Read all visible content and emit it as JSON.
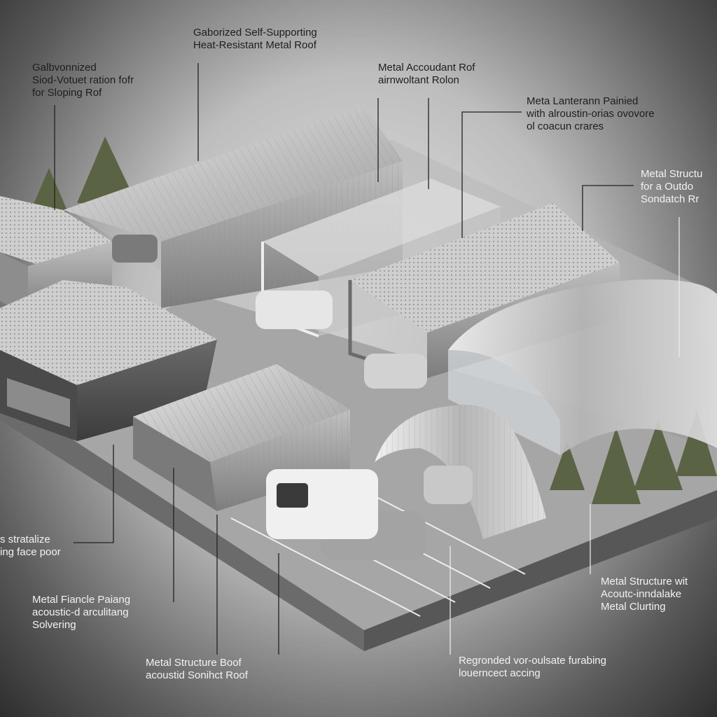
{
  "callouts": [
    {
      "id": "galvanized-self-supporting",
      "lines": [
        "Gaborized Self-Supporting",
        "Heat-Resistant Metal Roof"
      ]
    },
    {
      "id": "galvanized-sloping",
      "lines": [
        "Galbvonnized",
        "Siod-Votuet ration fofr",
        "for  Sloping Rof"
      ]
    },
    {
      "id": "metal-acoustic",
      "lines": [
        "Metal Accoudant Rof",
        "airnwoltant Rolon"
      ]
    },
    {
      "id": "metal-lantern",
      "lines": [
        "Meta Lanterann Painied",
        "with alroustin-orias ovovore",
        "ol coacun crares"
      ]
    },
    {
      "id": "metal-structure-outdoor",
      "lines": [
        "Metal Structu",
        "for a Outdo",
        "Sondatch Rr"
      ]
    },
    {
      "id": "sterilize-facing",
      "lines": [
        "s stratalize",
        "ing face poor"
      ]
    },
    {
      "id": "metal-flance",
      "lines": [
        "Metal Fiancle Paiang",
        "acoustic-d arculitang",
        "Solvering"
      ]
    },
    {
      "id": "metal-structure-roof",
      "lines": [
        "Metal Structure Boof",
        "acoustid Sonihct Roof"
      ]
    },
    {
      "id": "regrounded",
      "lines": [
        "Regronded vor-oulsate furabing",
        "louerncect accing"
      ]
    },
    {
      "id": "metal-structure-acoustic",
      "lines": [
        "Metal Structure wit",
        "Acoutc-inndalake",
        "Metal Clurting"
      ]
    }
  ],
  "colors": {
    "roof_light": "#d9d9d9",
    "roof_mid": "#a8a8a8",
    "wall_dark": "#5c5c5c",
    "ground": "#9a9a9a",
    "slab_edge": "#6e6e6e",
    "tree": "#5b6345"
  },
  "icons": [
    "tree-icon",
    "car-icon",
    "van-icon"
  ]
}
